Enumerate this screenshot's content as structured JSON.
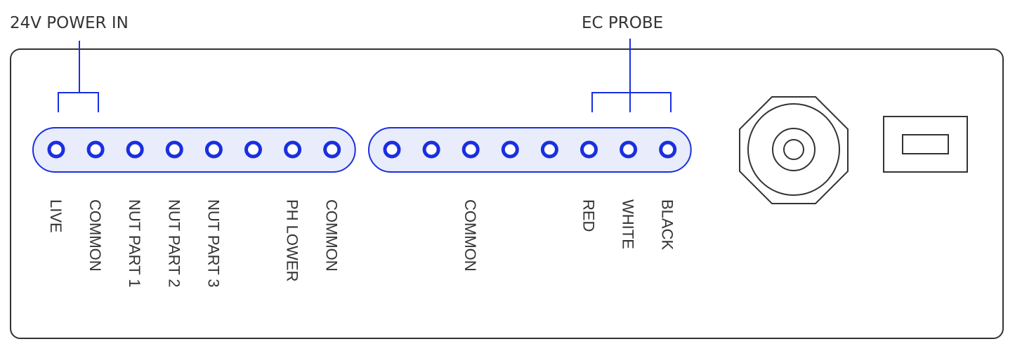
{
  "headers": {
    "power": "24V POWER IN",
    "ec": "EC PROBE"
  },
  "colors": {
    "accent": "#1a2fe0",
    "strip_fill": "#e8ecfb",
    "outline": "#333333",
    "faint_label": "#777777"
  },
  "strips": [
    {
      "name": "left-terminal-strip",
      "pin_count": 8,
      "labels": [
        {
          "pin": 0,
          "text": "LIVE"
        },
        {
          "pin": 1,
          "text": "COMMON"
        },
        {
          "pin": 2,
          "text": "NUT PART 1"
        },
        {
          "pin": 3,
          "text": "NUT PART 2"
        },
        {
          "pin": 4,
          "text": "NUT PART 3",
          "faint": true
        },
        {
          "pin": 6,
          "text": "PH LOWER"
        },
        {
          "pin": 7,
          "text": "COMMON"
        }
      ]
    },
    {
      "name": "right-terminal-strip",
      "pin_count": 8,
      "labels": [
        {
          "pin": 2,
          "text": "COMMON"
        },
        {
          "pin": 5,
          "text": "RED"
        },
        {
          "pin": 6,
          "text": "WHITE"
        },
        {
          "pin": 7,
          "text": "BLACK"
        }
      ]
    }
  ]
}
